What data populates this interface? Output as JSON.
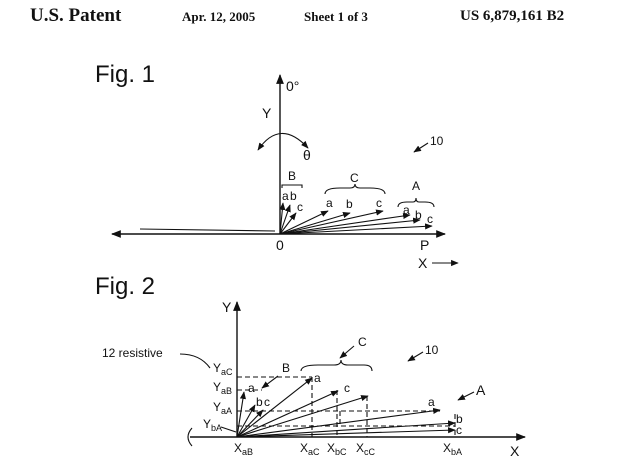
{
  "header": {
    "title": "U.S. Patent",
    "date": "Apr. 12, 2005",
    "sheet": "Sheet 1 of 3",
    "patent_number": "US 6,879,161 B2"
  },
  "fig1": {
    "label": "Fig. 1",
    "y_axis": "Y",
    "zero_deg": "0°",
    "theta": "θ",
    "ref": "10",
    "origin": "0",
    "p": "P",
    "x_axis": "X",
    "groups": {
      "B": "B",
      "C": "C",
      "A": "A"
    },
    "sub": {
      "a": "a",
      "b": "b",
      "c": "c"
    }
  },
  "fig2": {
    "label": "Fig. 2",
    "y_axis": "Y",
    "x_axis": "X",
    "ref": "10",
    "resistive_label": "12 resistive",
    "groups": {
      "B": "B",
      "C": "C",
      "A": "A"
    },
    "sub": {
      "a": "a",
      "b": "b",
      "c": "c"
    },
    "y_labels": {
      "YaC": {
        "main": "Y",
        "sub": "aC"
      },
      "YaB": {
        "main": "Y",
        "sub": "aB"
      },
      "YaA": {
        "main": "Y",
        "sub": "aA"
      },
      "YbA": {
        "main": "Y",
        "sub": "bA"
      }
    },
    "x_labels": {
      "XaB": {
        "main": "X",
        "sub": "aB"
      },
      "XaC": {
        "main": "X",
        "sub": "aC"
      },
      "XbC": {
        "main": "X",
        "sub": "bC"
      },
      "XcC": {
        "main": "X",
        "sub": "cC"
      },
      "XbA": {
        "main": "X",
        "sub": "bA"
      }
    }
  }
}
